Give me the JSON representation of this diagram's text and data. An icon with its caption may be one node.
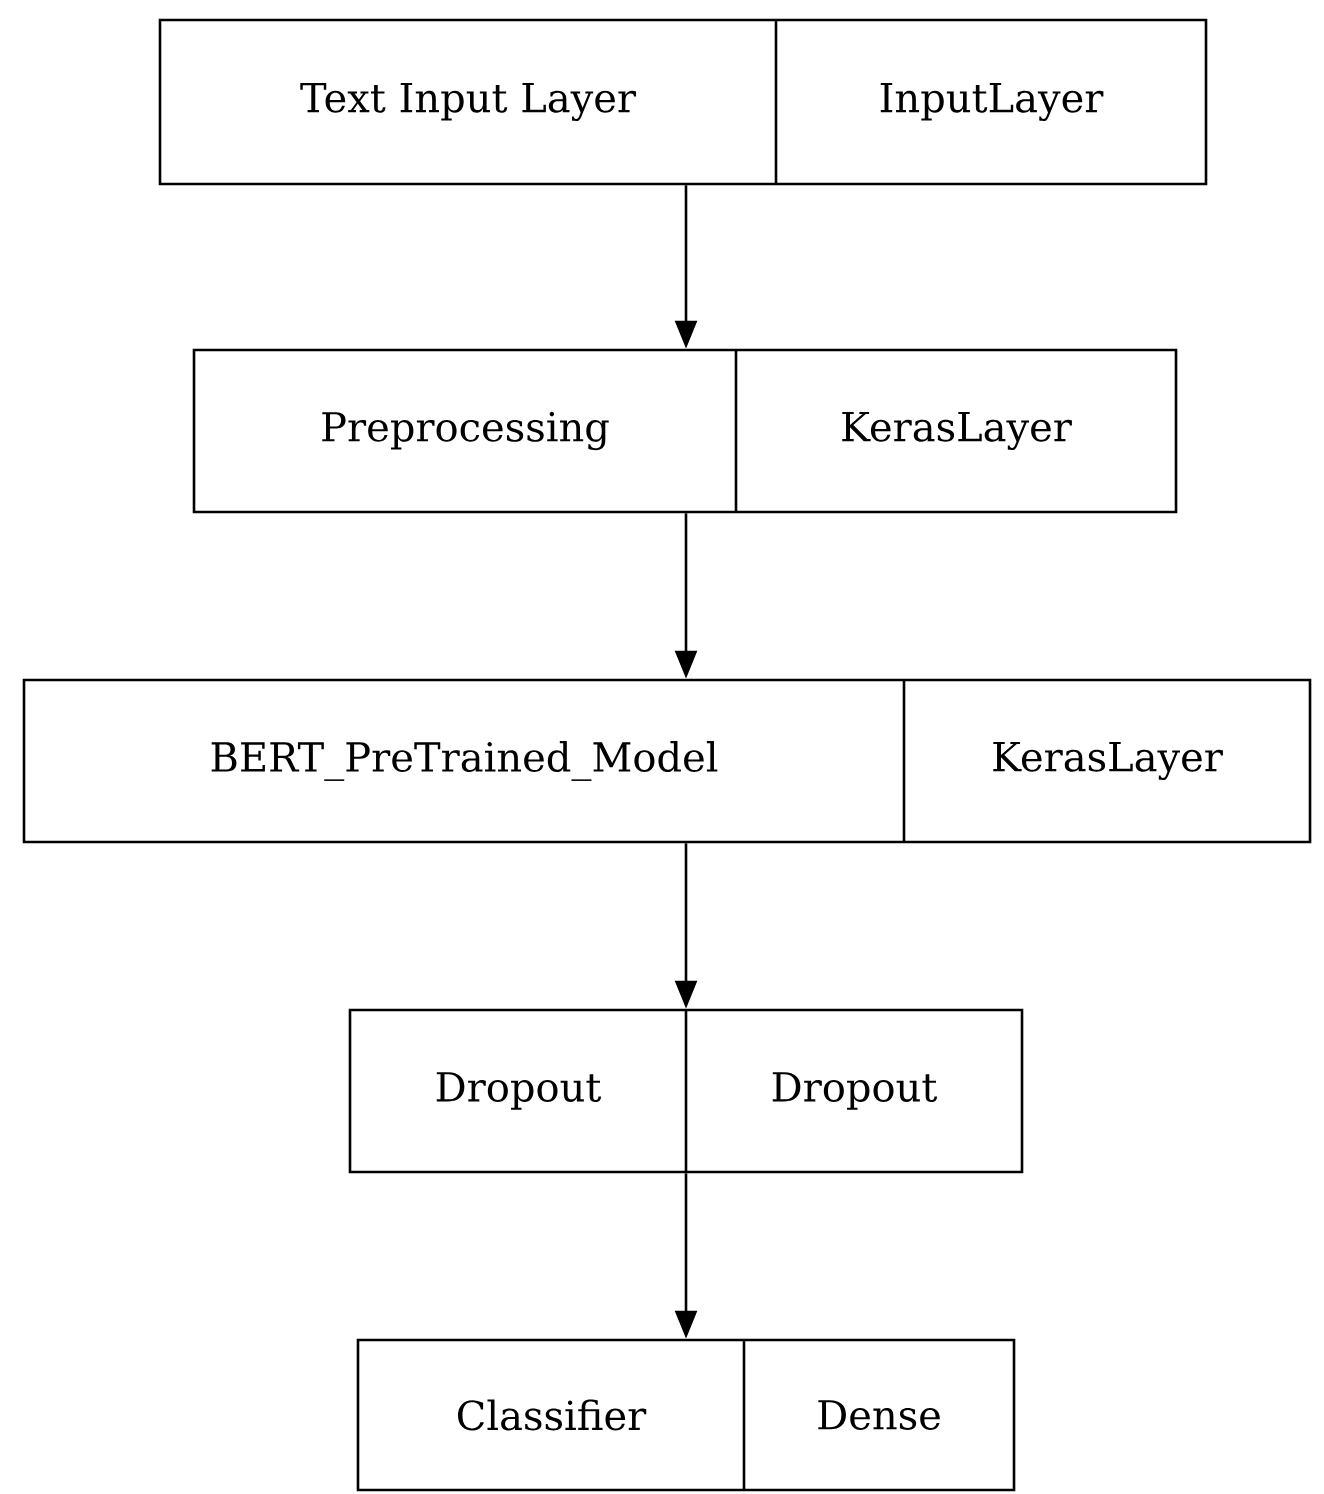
{
  "diagram": {
    "nodes": [
      {
        "text": [
          "Text Input Layer",
          "InputLayer"
        ]
      },
      {
        "text": [
          "Preprocessing",
          "KerasLayer"
        ]
      },
      {
        "text": [
          "BERT_PreTrained_Model",
          "KerasLayer"
        ]
      },
      {
        "text": [
          "Dropout",
          "Dropout"
        ]
      },
      {
        "text": [
          "Classifier",
          "Dense"
        ]
      }
    ],
    "edges": [
      {
        "from": 0,
        "to": 1,
        "arrow": "to"
      },
      {
        "from": 1,
        "to": 2,
        "arrow": "to"
      },
      {
        "from": 2,
        "to": 3,
        "arrow": "to"
      },
      {
        "from": 3,
        "to": 4,
        "arrow": "to"
      }
    ]
  }
}
